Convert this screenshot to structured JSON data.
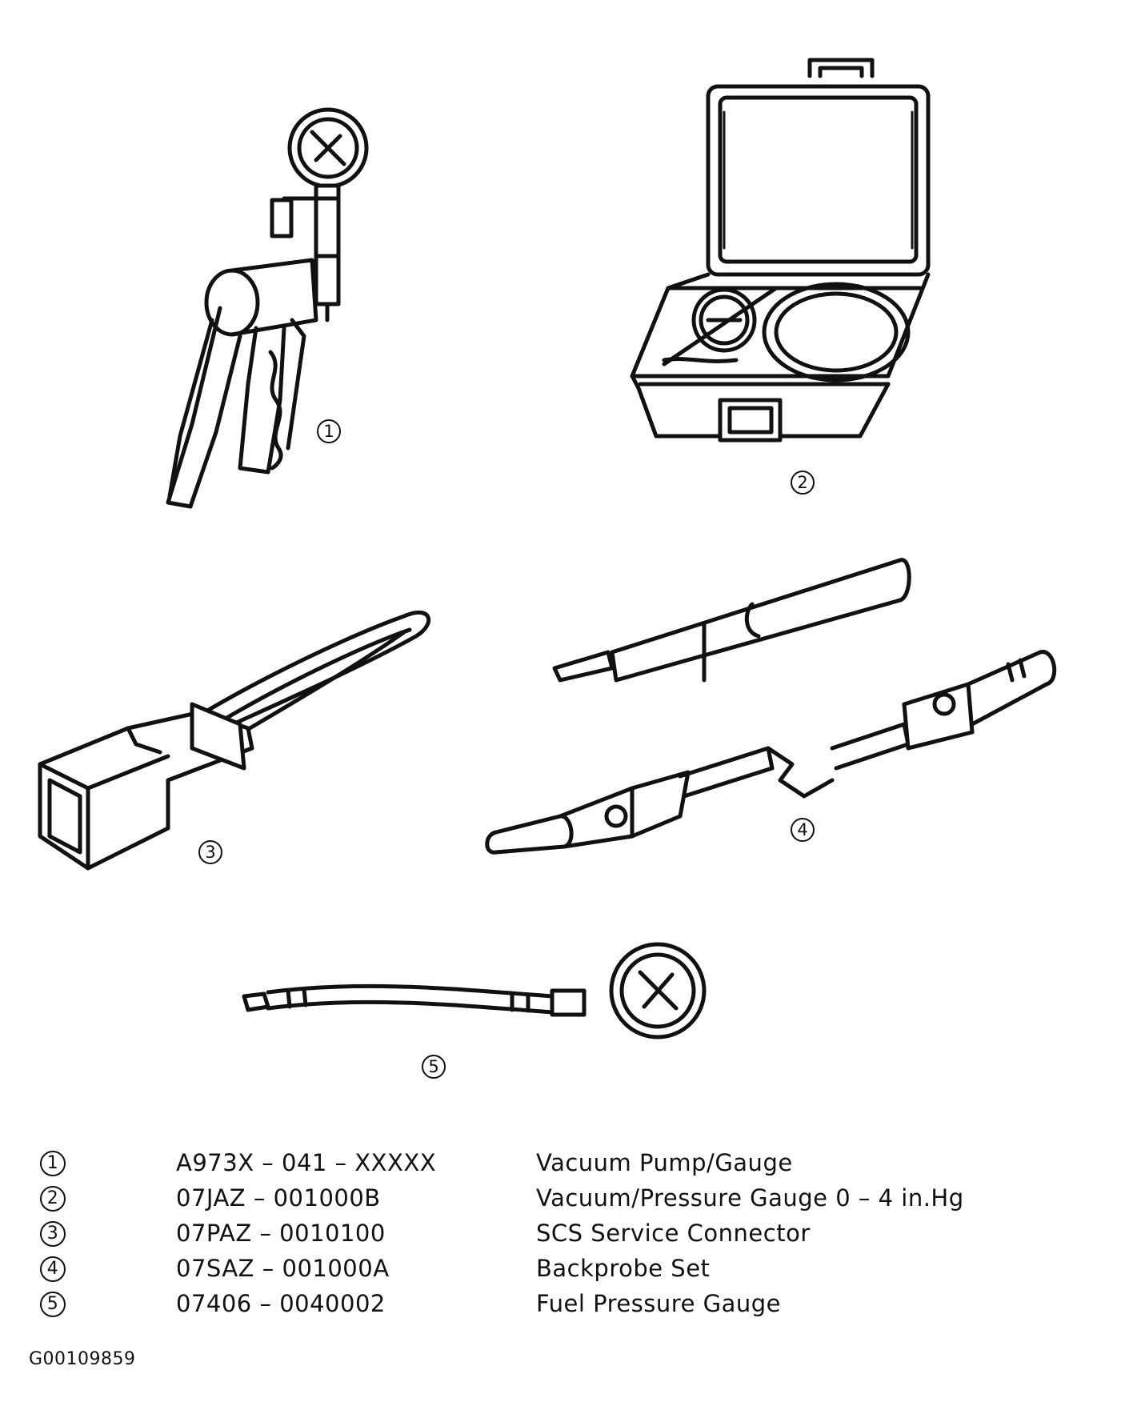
{
  "callouts": [
    "1",
    "2",
    "3",
    "4",
    "5"
  ],
  "legend": [
    {
      "num": "1",
      "part": "A973X – 041 – XXXXX",
      "desc": "Vacuum Pump/Gauge"
    },
    {
      "num": "2",
      "part": "07JAZ – 001000B",
      "desc": "Vacuum/Pressure Gauge 0 – 4 in.Hg"
    },
    {
      "num": "3",
      "part": "07PAZ – 0010100",
      "desc": "SCS Service Connector"
    },
    {
      "num": "4",
      "part": "07SAZ – 001000A",
      "desc": "Backprobe Set"
    },
    {
      "num": "5",
      "part": "07406 – 0040002",
      "desc": "Fuel Pressure Gauge"
    }
  ],
  "figure_id": "G00109859"
}
